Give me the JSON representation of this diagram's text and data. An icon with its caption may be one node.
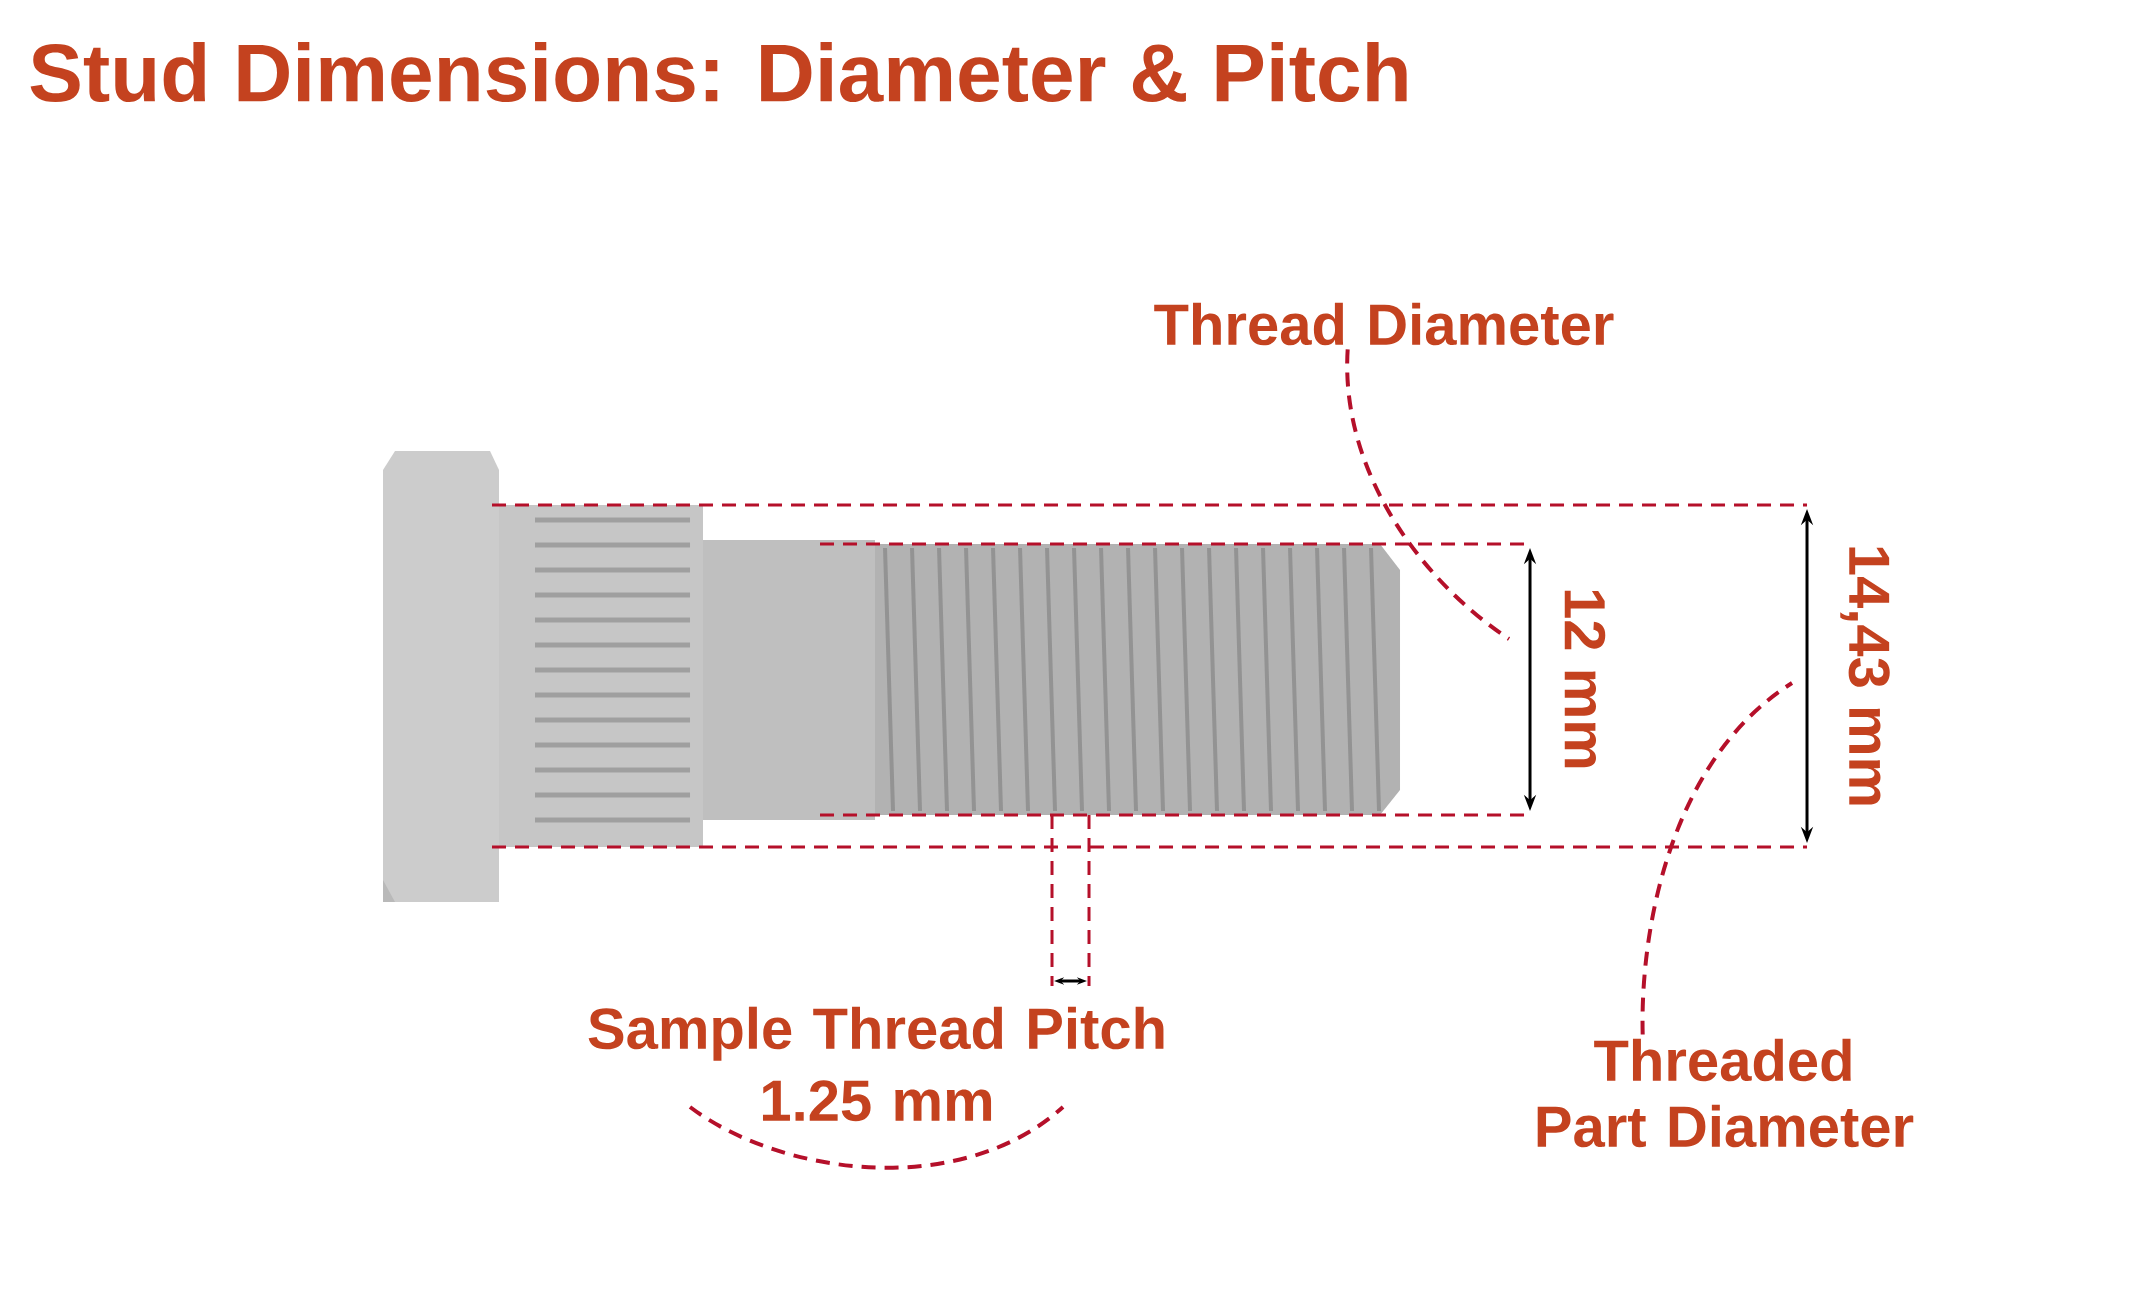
{
  "diagram": {
    "title": "Stud Dimensions: Diameter & Pitch",
    "nodes": [
      {
        "text": [],
        "shape": "picture"
      },
      {
        "text": [
          "Thread Diameter"
        ]
      },
      {
        "text": [
          "Sample Thread Pitch",
          "1.25 mm"
        ]
      },
      {
        "text": [
          "Threaded Part Diameter"
        ]
      }
    ],
    "edges": [
      {
        "from": 1,
        "to": null,
        "arrow": "none",
        "style": "dashed"
      },
      {
        "from": 3,
        "to": null,
        "arrow": "none",
        "style": "dashed"
      }
    ],
    "labels": [
      "12 mm",
      "14,43 mm"
    ]
  }
}
